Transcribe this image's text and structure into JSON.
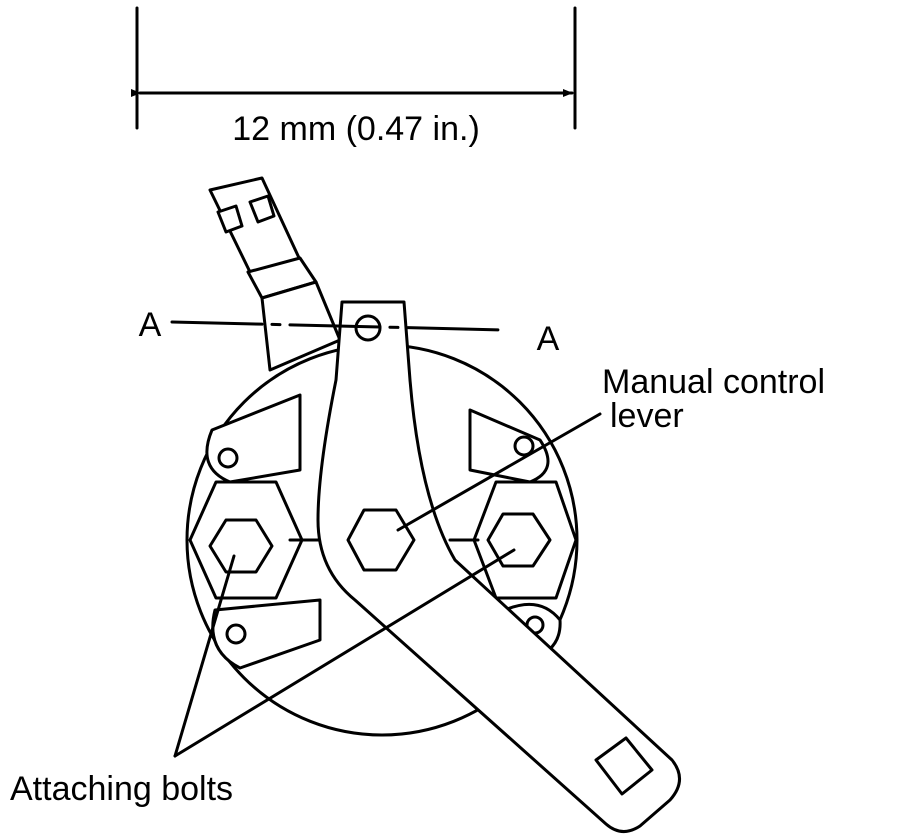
{
  "dimension": {
    "label": "12 mm (0.47 in.)"
  },
  "section": {
    "left_label": "A",
    "right_label": "A"
  },
  "callouts": {
    "manual_control_lever": {
      "line1": "Manual control",
      "line2": "lever"
    },
    "attaching_bolts": "Attaching bolts"
  }
}
